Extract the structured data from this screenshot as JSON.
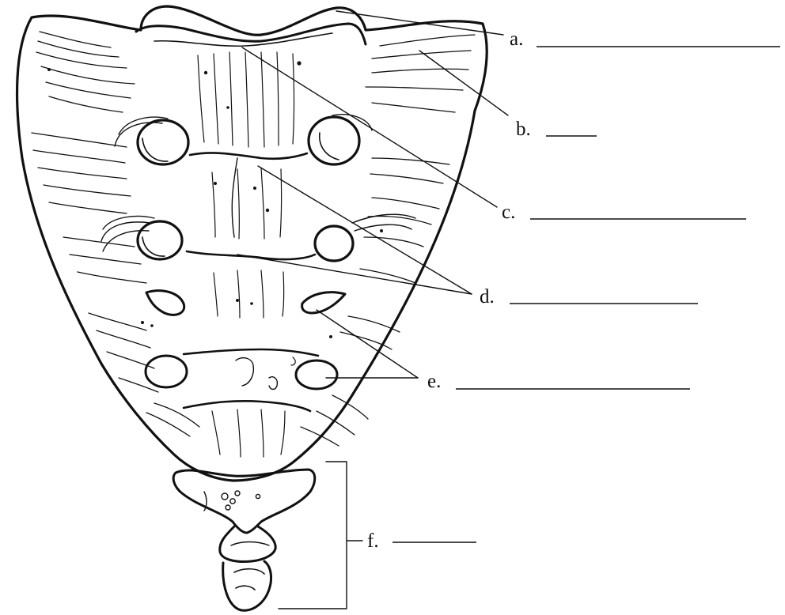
{
  "figure": {
    "labels": [
      {
        "id": "a",
        "letter": "a."
      },
      {
        "id": "b",
        "letter": "b."
      },
      {
        "id": "c",
        "letter": "c."
      },
      {
        "id": "d",
        "letter": "d."
      },
      {
        "id": "e",
        "letter": "e."
      },
      {
        "id": "f",
        "letter": "f."
      }
    ]
  }
}
